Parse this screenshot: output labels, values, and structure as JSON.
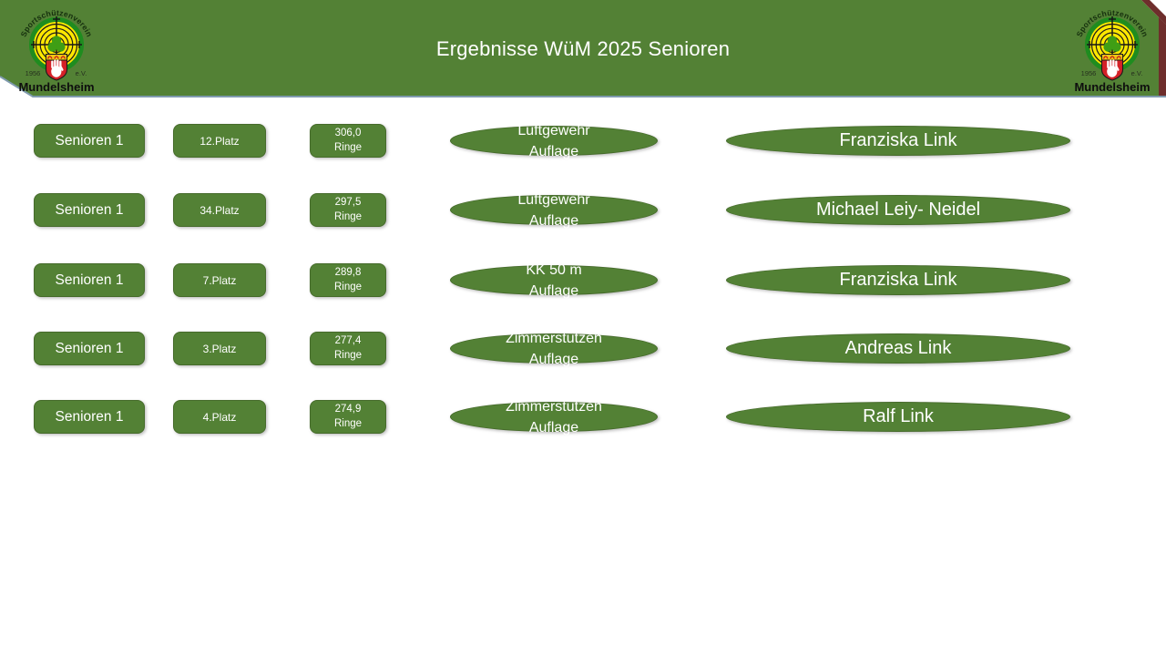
{
  "slide": {
    "title": "Ergebnisse WüM 2025 Senioren"
  },
  "logo": {
    "arc_text": "Sportschützenverein",
    "year": "1956",
    "suffix": "e.V.",
    "town": "Mundelsheim"
  },
  "colors": {
    "header_green": "#538135",
    "shape_green": "#538135",
    "shape_border": "#466b2b",
    "accent_maroon": "#6e2e2c",
    "header_underline": "#7f9aae",
    "target_yellow": "#ffe800",
    "target_ring_green": "#1f8c1f",
    "shield_red": "#d42127",
    "text_white": "#ffffff"
  },
  "rows": [
    {
      "group": "Senioren 1",
      "place": "12.Platz",
      "score": "306,0",
      "score_unit": "Ringe",
      "discipline_line1": "Luftgewehr",
      "discipline_line2": "Auflage",
      "name": "Franziska Link"
    },
    {
      "group": "Senioren 1",
      "place": "34.Platz",
      "score": "297,5",
      "score_unit": "Ringe",
      "discipline_line1": "Luftgewehr",
      "discipline_line2": "Auflage",
      "name": "Michael Leiy- Neidel"
    },
    {
      "group": "Senioren 1",
      "place": "7.Platz",
      "score": "289,8",
      "score_unit": "Ringe",
      "discipline_line1": "KK 50 m",
      "discipline_line2": "Auflage",
      "name": "Franziska Link"
    },
    {
      "group": "Senioren 1",
      "place": "3.Platz",
      "score": "277,4",
      "score_unit": "Ringe",
      "discipline_line1": "Zimmerstutzen",
      "discipline_line2": "Auflage",
      "name": "Andreas Link"
    },
    {
      "group": "Senioren 1",
      "place": "4.Platz",
      "score": "274,9",
      "score_unit": "Ringe",
      "discipline_line1": "Zimmerstutzen",
      "discipline_line2": "Auflage",
      "name": "Ralf Link"
    }
  ]
}
